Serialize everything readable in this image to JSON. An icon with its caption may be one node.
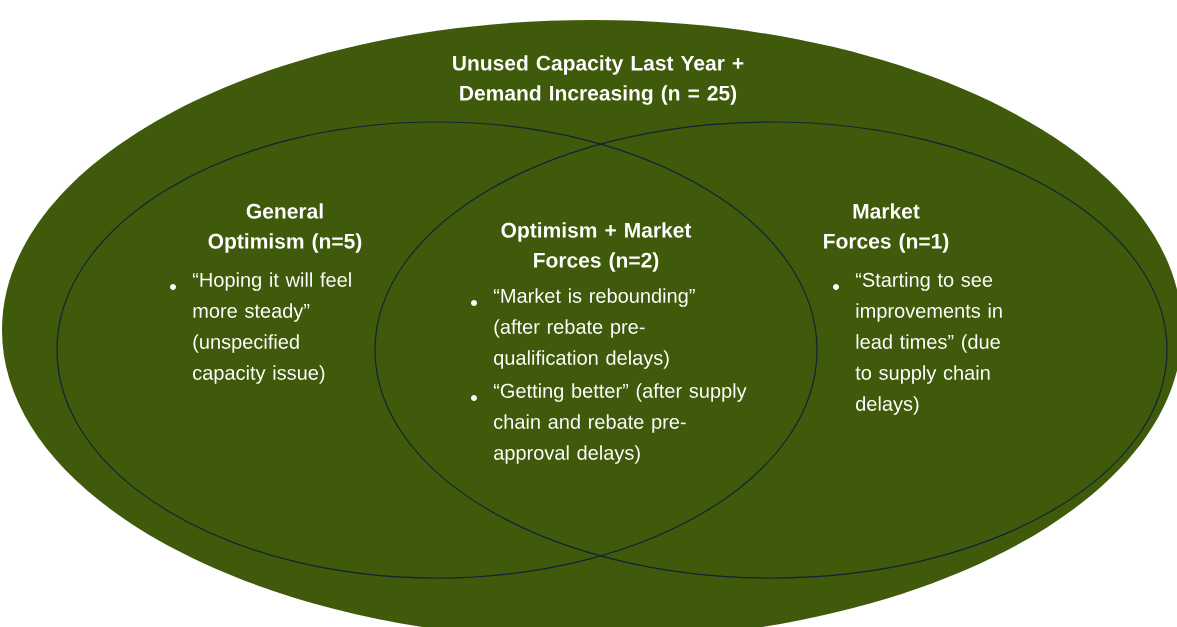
{
  "diagram": {
    "nodes": [
      {
        "text": [
          "Unused Capacity Last Year + Demand Increasing (n = 25)"
        ]
      },
      {
        "text": [
          "General Optimism (n=5)",
          "“Hoping it will feel more steady” (unspecified capacity issue)"
        ],
        "in": 0
      },
      {
        "text": [
          "Market Forces (n=1)",
          "“Starting to see improvements in lead times” (due to supply chain delays)"
        ],
        "in": 0
      },
      {
        "text": [
          "Optimism + Market Forces (n=2)",
          "“Market is rebounding” (after rebate pre-qualification delays)",
          "“Getting better” (after supply chain and rebate pre-approval delays)"
        ]
      }
    ]
  }
}
